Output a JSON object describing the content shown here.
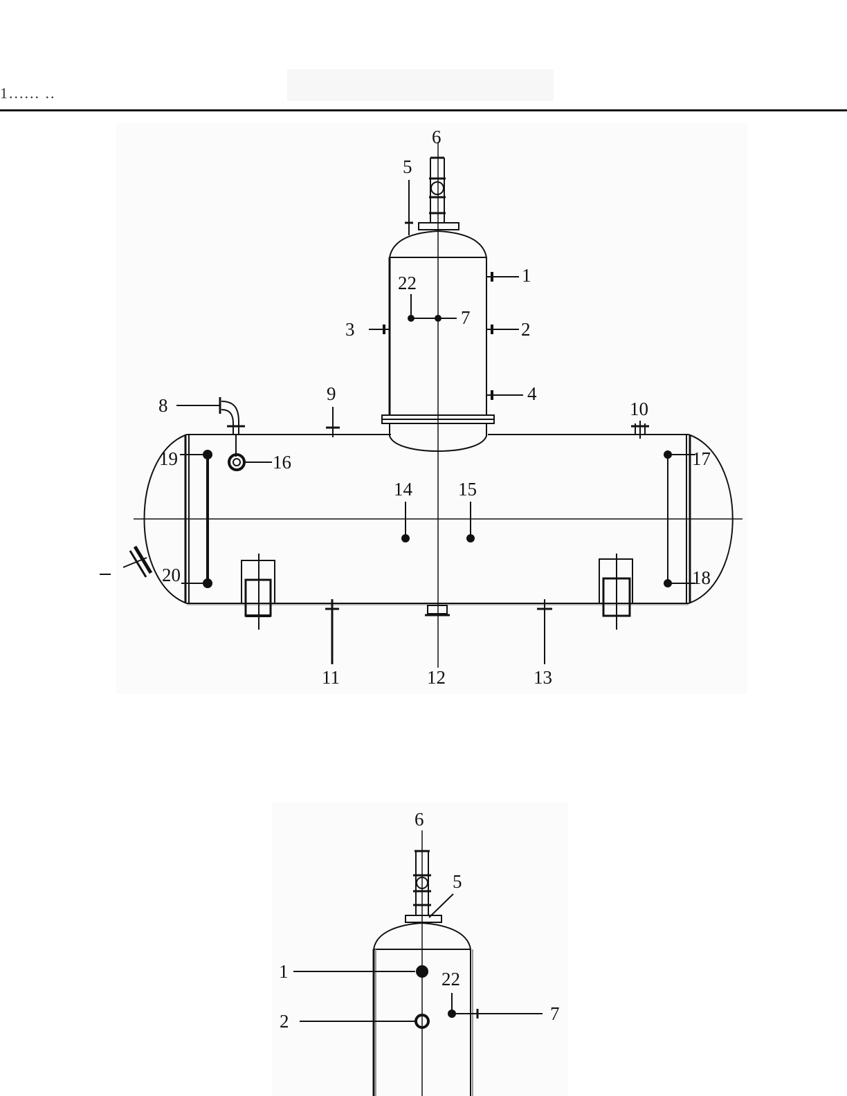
{
  "header": {
    "left_text": "1...... .."
  },
  "figure_a": {
    "labels": {
      "n1": "1",
      "n2": "2",
      "n3": "3",
      "n4": "4",
      "n5": "5",
      "n6": "6",
      "n7": "7",
      "n8": "8",
      "n9": "9",
      "n10": "10",
      "n11": "11",
      "n12": "12",
      "n13": "13",
      "n14": "14",
      "n15": "15",
      "n16": "16",
      "n17": "17",
      "n18": "18",
      "n19": "19",
      "n20": "20",
      "n22": "22"
    }
  },
  "figure_b": {
    "labels": {
      "n1": "1",
      "n2": "2",
      "n5": "5",
      "n6": "6",
      "n7": "7",
      "n22": "22"
    }
  },
  "colors": {
    "line": "#111111",
    "shade": "#bdbdbd"
  }
}
